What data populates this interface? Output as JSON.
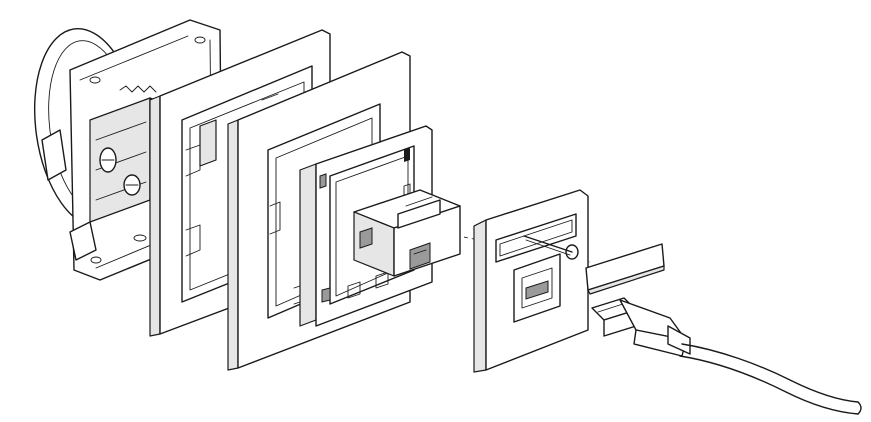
{
  "image": {
    "kind": "exploded-assembly-illustration",
    "parts": [
      {
        "name": "mounting-bracket",
        "icon": "socket-mechanism-icon"
      },
      {
        "name": "frame-outer",
        "icon": "frame-icon"
      },
      {
        "name": "frame-inner",
        "icon": "frame-icon"
      },
      {
        "name": "keystone-carrier",
        "icon": "carrier-icon"
      },
      {
        "name": "usb-coupler",
        "icon": "usb-coupler-icon"
      },
      {
        "name": "cover-plate",
        "icon": "cover-plate-icon"
      },
      {
        "name": "fixing-screw",
        "icon": "screw-icon"
      },
      {
        "name": "blank-label-strip",
        "icon": "label-strip-icon"
      },
      {
        "name": "usb-cable",
        "icon": "usb-plug-icon"
      }
    ],
    "colors": {
      "line": "#1a1a1a",
      "fill": "#ffffff",
      "shade": "#e6e6e6",
      "mid": "#9a9a9a"
    }
  }
}
